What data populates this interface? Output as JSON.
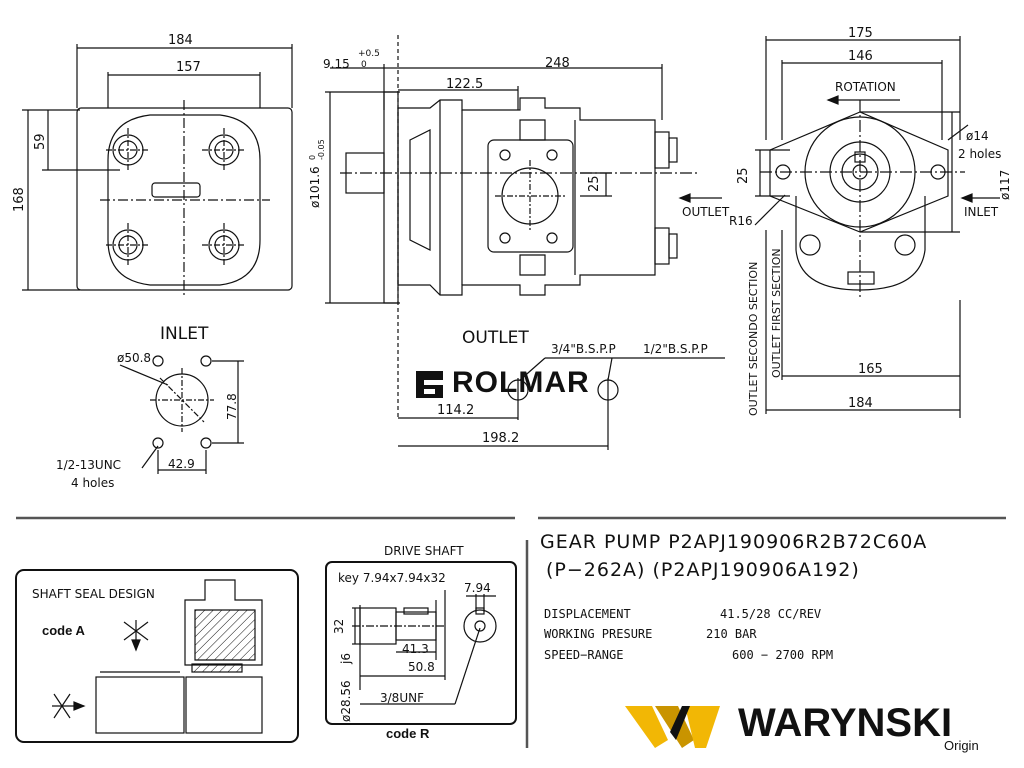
{
  "labels": {
    "inlet": "INLET",
    "outlet": "OUTLET",
    "rotation": "ROTATION",
    "outlet_side": "OUTLET",
    "inlet_side": "INLET",
    "outlet_second_section": "OUTLET SECONDO SECTION",
    "outlet_first_section": "OUTLET FIRST SECTION",
    "drive_shaft": "DRIVE SHAFT",
    "shaft_seal_design": "SHAFT SEAL DESIGN",
    "code_a": "code A",
    "code_r": "code R"
  },
  "dimensions": {
    "d184_top": "184",
    "d157": "157",
    "d59": "59",
    "d168": "168",
    "d9_15": "9.15",
    "d9_15_tol_up": "+0.5",
    "d9_15_tol_low": "0",
    "d248": "248",
    "d122_5": "122.5",
    "d101_6": "ø101.6",
    "d101_6_tol": "0\n-0.05",
    "d25_mid": "25",
    "d175": "175",
    "d146": "146",
    "d14": "ø14",
    "holes_2": "2 holes",
    "d25_right": "25",
    "d117": "ø117",
    "r16": "R16",
    "d165": "165",
    "d184_bottom": "184",
    "d50_8": "ø50.8",
    "d77_8": "77.8",
    "d42_9": "42.9",
    "unc": "1/2-13UNC",
    "holes_4": "4 holes",
    "bsp_3_4": "3/4\"B.S.P.P",
    "bsp_1_2": "1/2\"B.S.P.P",
    "d114_2": "114.2",
    "d198_2": "198.2",
    "key": "key 7.94x7.94x32",
    "d7_94": "7.94",
    "d32": "32",
    "j6": "j6",
    "d41_3": "41.3",
    "d50_8_shaft": "50.8",
    "d28_56": "ø28.56",
    "unf": "3/8UNF"
  },
  "brand": {
    "rolmar": "ROLMAR",
    "warynski": "WARYNSKI",
    "origin": "Origin",
    "warynski_color": "#f2b705"
  },
  "title": {
    "line1": "GEAR  PUMP  P2APJ190906R2B72C60A",
    "line2": "(P−262A)  (P2APJ190906A192)"
  },
  "specs": [
    {
      "name": "DISPLACEMENT",
      "value": "41.5/28 CC/REV"
    },
    {
      "name": "WORKING PRESURE",
      "value": "210 BAR"
    },
    {
      "name": "SPEED−RANGE",
      "value": "600  −  2700  RPM"
    }
  ]
}
